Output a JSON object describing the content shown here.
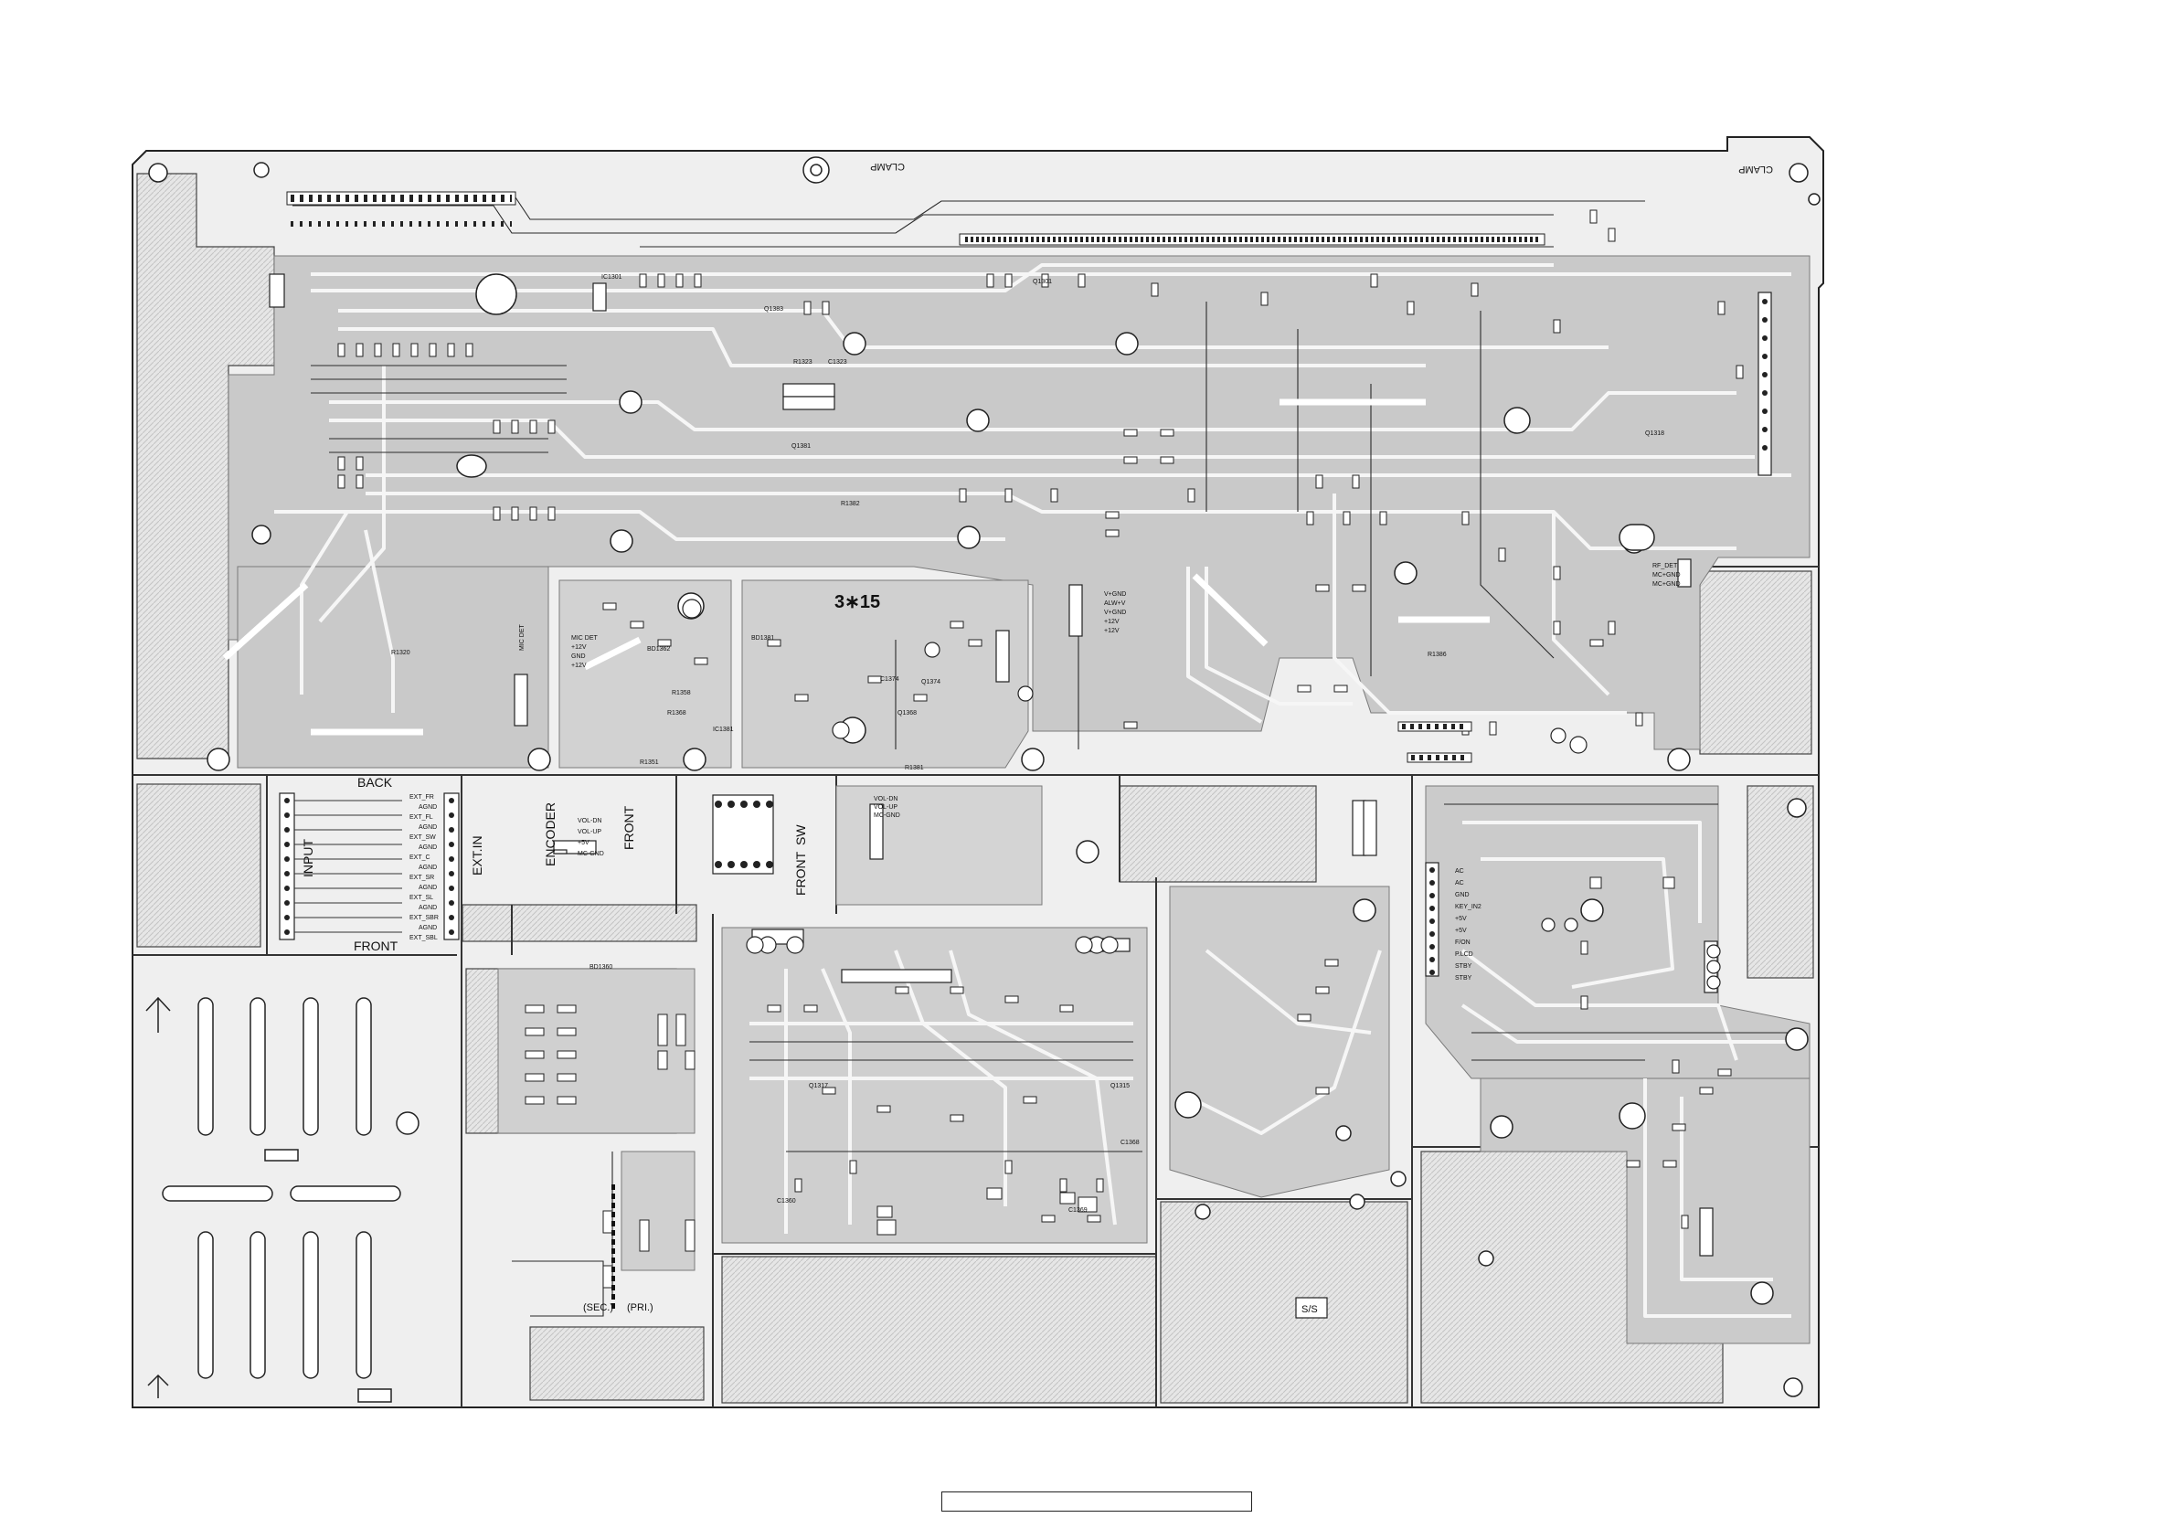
{
  "board": {
    "big_label": "3∗15",
    "clamp_left": "CLAMP",
    "clamp_right": "CLAMP",
    "ss_label": "S/S",
    "jack_back": "BACK",
    "jack_front": "FRONT",
    "jack_input": "INPUT",
    "jack_ext_in": "EXT.IN",
    "encoder": "ENCODER",
    "encoder_front": "FRONT",
    "sw_label": "SW",
    "sw_front": "FRONT",
    "sec_label": "(SEC.)",
    "pri_label": "(PRI.)",
    "ref_designators": [
      "R1320",
      "R1386",
      "R1323",
      "R1382",
      "R1381",
      "R1351",
      "R1358",
      "C1323",
      "C1360",
      "C1368",
      "C1374",
      "C1369",
      "IC1301",
      "IC1381",
      "Q1301",
      "Q1383",
      "Q1381",
      "Q1368",
      "Q1318",
      "Q1374",
      "Q1317",
      "Q1315",
      "BD1381",
      "BD1362",
      "BD1360",
      "R1368"
    ],
    "net_labels_top": [
      "V+GND",
      "ALW+V",
      "V+GND",
      "+12V",
      "+12V"
    ],
    "net_labels_mid": [
      "MIC DET",
      "+12V",
      "GND",
      "MIC DET",
      "+12V"
    ],
    "net_labels_right": [
      "RF_DET",
      "MC+GND",
      "MC+GND"
    ],
    "encoder_pins": [
      "VOL-DN",
      "VOL-UP",
      "+5V",
      "MC-GND"
    ],
    "vol_pins": [
      "VOL-DN",
      "VOL-UP",
      "MC-GND"
    ],
    "power_pins": [
      "AC",
      "AC",
      "GND",
      "KEY_IN2",
      "+5V",
      "+5V",
      "F/ON",
      "P.LCD",
      "STBY",
      "STBY"
    ],
    "ext_pins": [
      "EXT_FR",
      "AGND",
      "EXT_FL",
      "AGND",
      "EXT_SW",
      "AGND",
      "EXT_C",
      "AGND",
      "EXT_SR",
      "AGND",
      "EXT_SL",
      "AGND",
      "EXT_SBR",
      "AGND",
      "EXT_SBL"
    ]
  },
  "colors": {
    "copper": "#c9c9c9",
    "board": "#eeeeee",
    "outline": "#222222",
    "hatch": "#d8d8d8"
  }
}
